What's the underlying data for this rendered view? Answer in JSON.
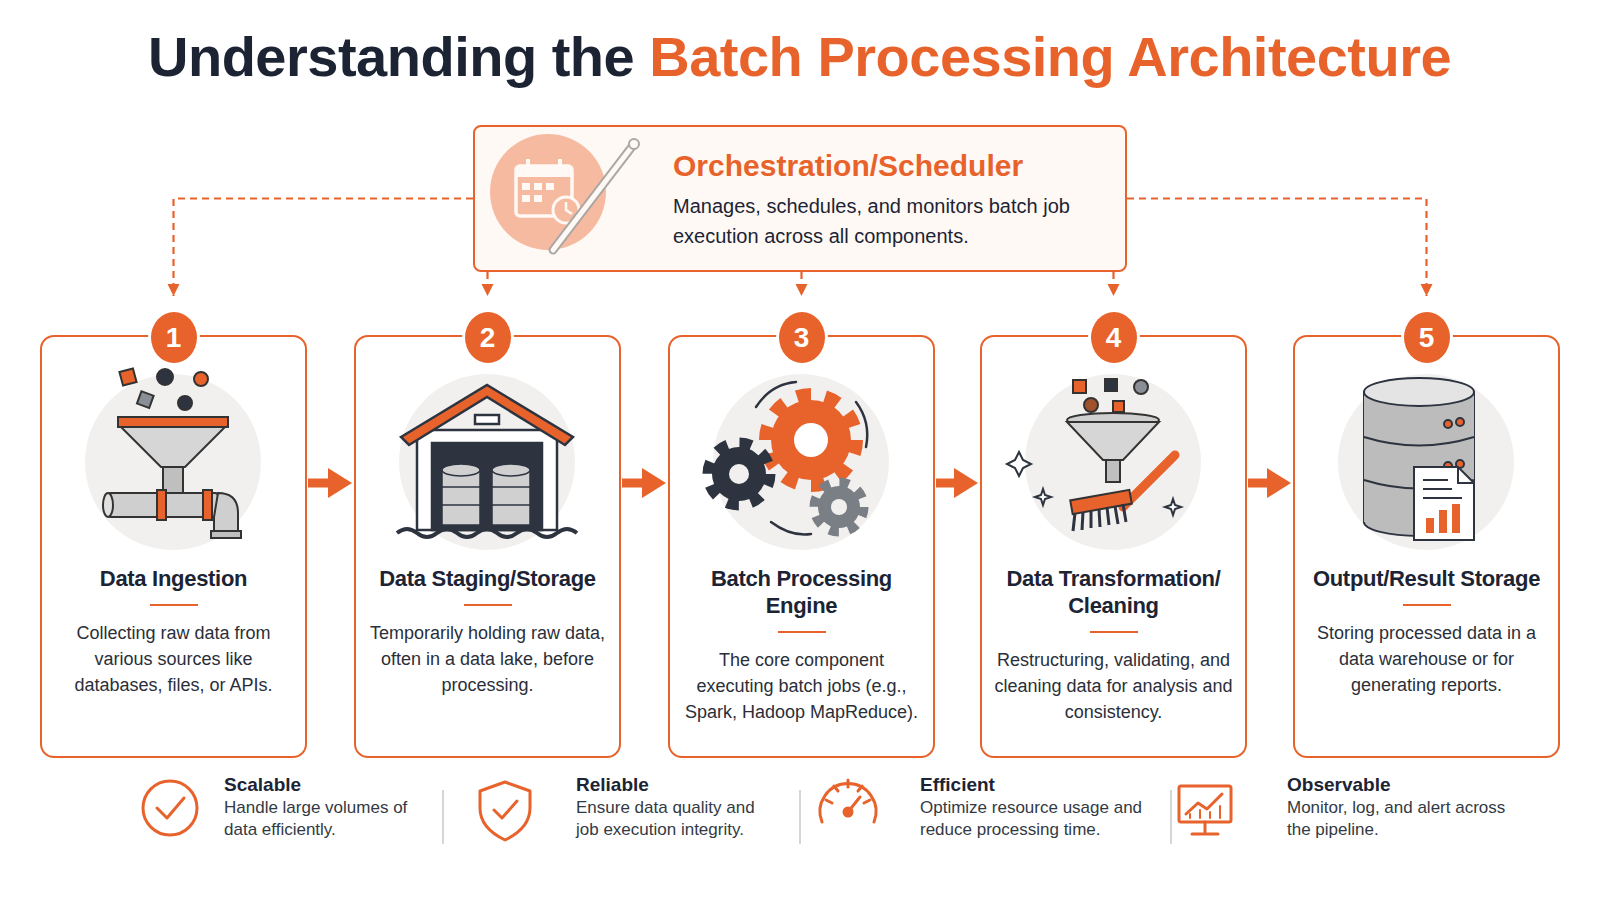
{
  "diagram": {
    "title": "Understanding the Batch Processing Architecture",
    "nodes": [
      {
        "text": [
          "Orchestration/Scheduler",
          "Manages, schedules, and monitors batch job execution across all components."
        ]
      },
      {
        "text": [
          "1"
        ]
      },
      {
        "text": [
          "Data Ingestion",
          "Collecting raw data from various sources like databases, files, or APIs."
        ]
      },
      {
        "text": [
          "2"
        ]
      },
      {
        "text": [
          "Data Staging/Storage",
          "Temporarily holding raw data, often in a data lake, before processing."
        ]
      },
      {
        "text": [
          "3"
        ]
      },
      {
        "text": [
          "Batch Processing Engine",
          "The core component executing batch jobs (e.g., Spark, Hadoop MapReduce)."
        ]
      },
      {
        "text": [
          "4"
        ]
      },
      {
        "text": [
          "Data Transformation/ Cleaning",
          "Restructuring, validating, and cleaning data for analysis and consistency."
        ]
      },
      {
        "text": [
          "5"
        ]
      },
      {
        "text": [
          "Output/Result Storage",
          "Storing processed data in a data warehouse or for generating reports."
        ]
      }
    ],
    "edges": [
      {
        "from": 0,
        "to": 1,
        "arrow": "to"
      },
      {
        "from": 0,
        "to": 3,
        "arrow": "to"
      },
      {
        "from": 0,
        "to": 5,
        "arrow": "to"
      },
      {
        "from": 0,
        "to": 7,
        "arrow": "to"
      },
      {
        "from": 0,
        "to": 9,
        "arrow": "to"
      },
      {
        "from": 2,
        "to": 4,
        "arrow": "to"
      },
      {
        "from": 4,
        "to": 6,
        "arrow": "to"
      },
      {
        "from": 6,
        "to": 8,
        "arrow": "to"
      },
      {
        "from": 8,
        "to": 10,
        "arrow": "to"
      }
    ],
    "labels": [
      "Scalable",
      "Handle large volumes of data efficiently.",
      "Reliable",
      "Ensure data quality and job execution integrity.",
      "Efficient",
      "Optimize resource usage and reduce processing time.",
      "Observable",
      "Monitor, log, and alert across the pipeline."
    ]
  }
}
